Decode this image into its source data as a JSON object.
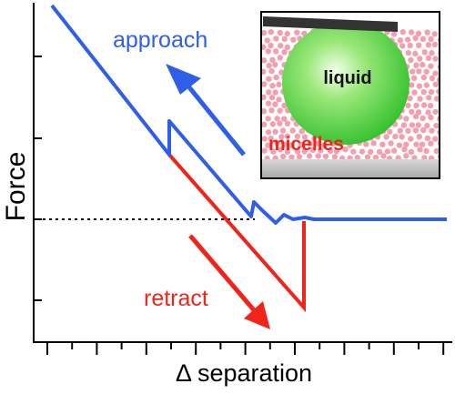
{
  "axes": {
    "ylabel": "Force",
    "xlabel": "Δ separation"
  },
  "labels": {
    "approach": "approach",
    "retract": "retract"
  },
  "inset": {
    "droplet_label": "liquid",
    "medium_label": "micelles"
  },
  "colors": {
    "approach": "#2f5ee8",
    "retract": "#f0241a",
    "droplet": "#33cc33",
    "micelle": "#f2a0b0",
    "substrate": "#c8c8c8",
    "cantilever": "#333333",
    "label_dark": "#111111"
  }
}
